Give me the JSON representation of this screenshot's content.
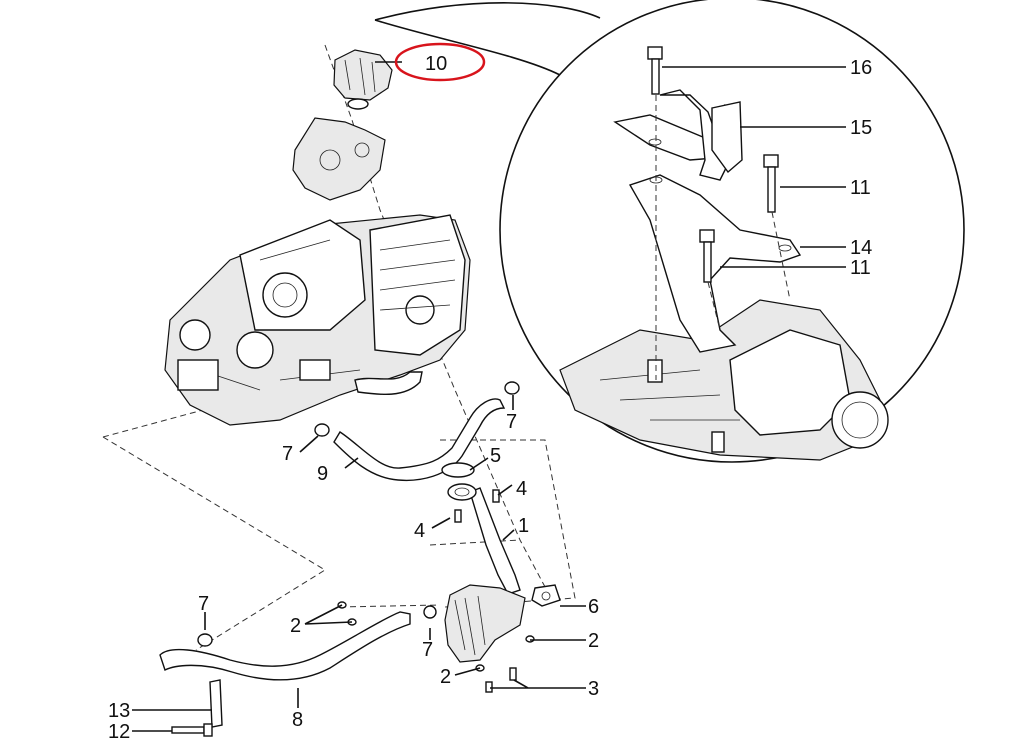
{
  "diagram": {
    "highlight_color": "#d8141c",
    "callouts": [
      {
        "id": "c10",
        "text": "10"
      },
      {
        "id": "c16",
        "text": "16"
      },
      {
        "id": "c15",
        "text": "15"
      },
      {
        "id": "c11a",
        "text": "11"
      },
      {
        "id": "c14",
        "text": "14"
      },
      {
        "id": "c11b",
        "text": "11"
      },
      {
        "id": "c7a",
        "text": "7"
      },
      {
        "id": "c7b",
        "text": "7"
      },
      {
        "id": "c9",
        "text": "9"
      },
      {
        "id": "c5",
        "text": "5"
      },
      {
        "id": "c4a",
        "text": "4"
      },
      {
        "id": "c4b",
        "text": "4"
      },
      {
        "id": "c1",
        "text": "1"
      },
      {
        "id": "c7c",
        "text": "7"
      },
      {
        "id": "c2a",
        "text": "2"
      },
      {
        "id": "c6",
        "text": "6"
      },
      {
        "id": "c7d",
        "text": "7"
      },
      {
        "id": "c2b",
        "text": "2"
      },
      {
        "id": "c2c",
        "text": "2"
      },
      {
        "id": "c3",
        "text": "3"
      },
      {
        "id": "c8",
        "text": "8"
      },
      {
        "id": "c13",
        "text": "13"
      },
      {
        "id": "c12",
        "text": "12"
      }
    ]
  }
}
